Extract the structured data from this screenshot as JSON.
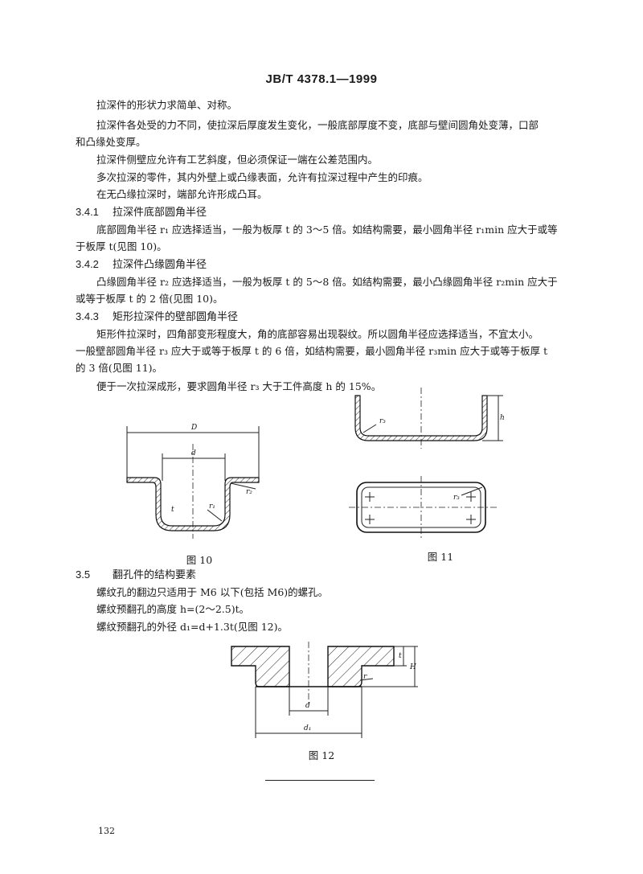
{
  "header": {
    "title": "JB/T 4378.1—1999"
  },
  "paragraphs": {
    "p1": "拉深件的形状力求简单、对称。",
    "p2a": "拉深件各处受的力不同，使拉深后厚度发生变化，一般底部厚度不变，底部与壁间圆角处变薄，口部",
    "p2b": "和凸缘处变厚。",
    "p3": "拉深件侧壁应允许有工艺斜度，但必须保证一端在公差范围内。",
    "p4": "多次拉深的零件，其内外壁上或凸缘表面，允许有拉深过程中产生的印痕。",
    "p5": "在无凸缘拉深时，端部允许形成凸耳。"
  },
  "sections": {
    "s341": {
      "num": "3.4.1",
      "title": "拉深件底部圆角半径",
      "l1": "底部圆角半径 r₁ 应选择适当，一般为板厚 t 的 3～5 倍。如结构需要，最小圆角半径 r₁min 应大于或等",
      "l2": "于板厚 t(见图 10)。"
    },
    "s342": {
      "num": "3.4.2",
      "title": "拉深件凸缘圆角半径",
      "l1": "凸缘圆角半径 r₂ 应选择适当，一般为板厚 t 的 5～8 倍。如结构需要，最小凸缘圆角半径 r₂min 应大于",
      "l2": "或等于板厚 t 的 2 倍(见图 10)。"
    },
    "s343": {
      "num": "3.4.3",
      "title": "矩形拉深件的壁部圆角半径",
      "l1": "矩形件拉深时，四角部变形程度大，角的底部容易出现裂纹。所以圆角半径应选择适当，不宜太小。",
      "l2": "一般壁部圆角半径 r₃ 应大于或等于板厚 t 的 6 倍，如结构需要，最小圆角半径 r₃min 应大于或等于板厚 t",
      "l3": "的 3 倍(见图 11)。",
      "l4": "便于一次拉深成形，要求圆角半径 r₃ 大于工件高度 h 的 15%。"
    },
    "s35": {
      "num": "3.5",
      "title": "翻孔件的结构要素",
      "l1": "螺纹孔的翻边只适用于 M6 以下(包括 M6)的螺孔。",
      "l2": "螺纹预翻孔的高度 h=(2～2.5)t。",
      "l3": "螺纹预翻孔的外径 d₁=d+1.3t(见图 12)。"
    }
  },
  "figures": {
    "fig10": {
      "caption": "图 10",
      "labels": {
        "D": "D",
        "d": "d",
        "r2": "r₂",
        "r1": "r₁",
        "t": "t"
      }
    },
    "fig11": {
      "caption": "图 11",
      "labels": {
        "r3": "r₃",
        "h": "h",
        "r3b": "r₃"
      }
    },
    "fig12": {
      "caption": "图 12",
      "labels": {
        "t": "t",
        "H": "H",
        "r": "r",
        "d": "d",
        "d1": "d₁"
      }
    }
  },
  "footer": {
    "page_number": "132"
  }
}
